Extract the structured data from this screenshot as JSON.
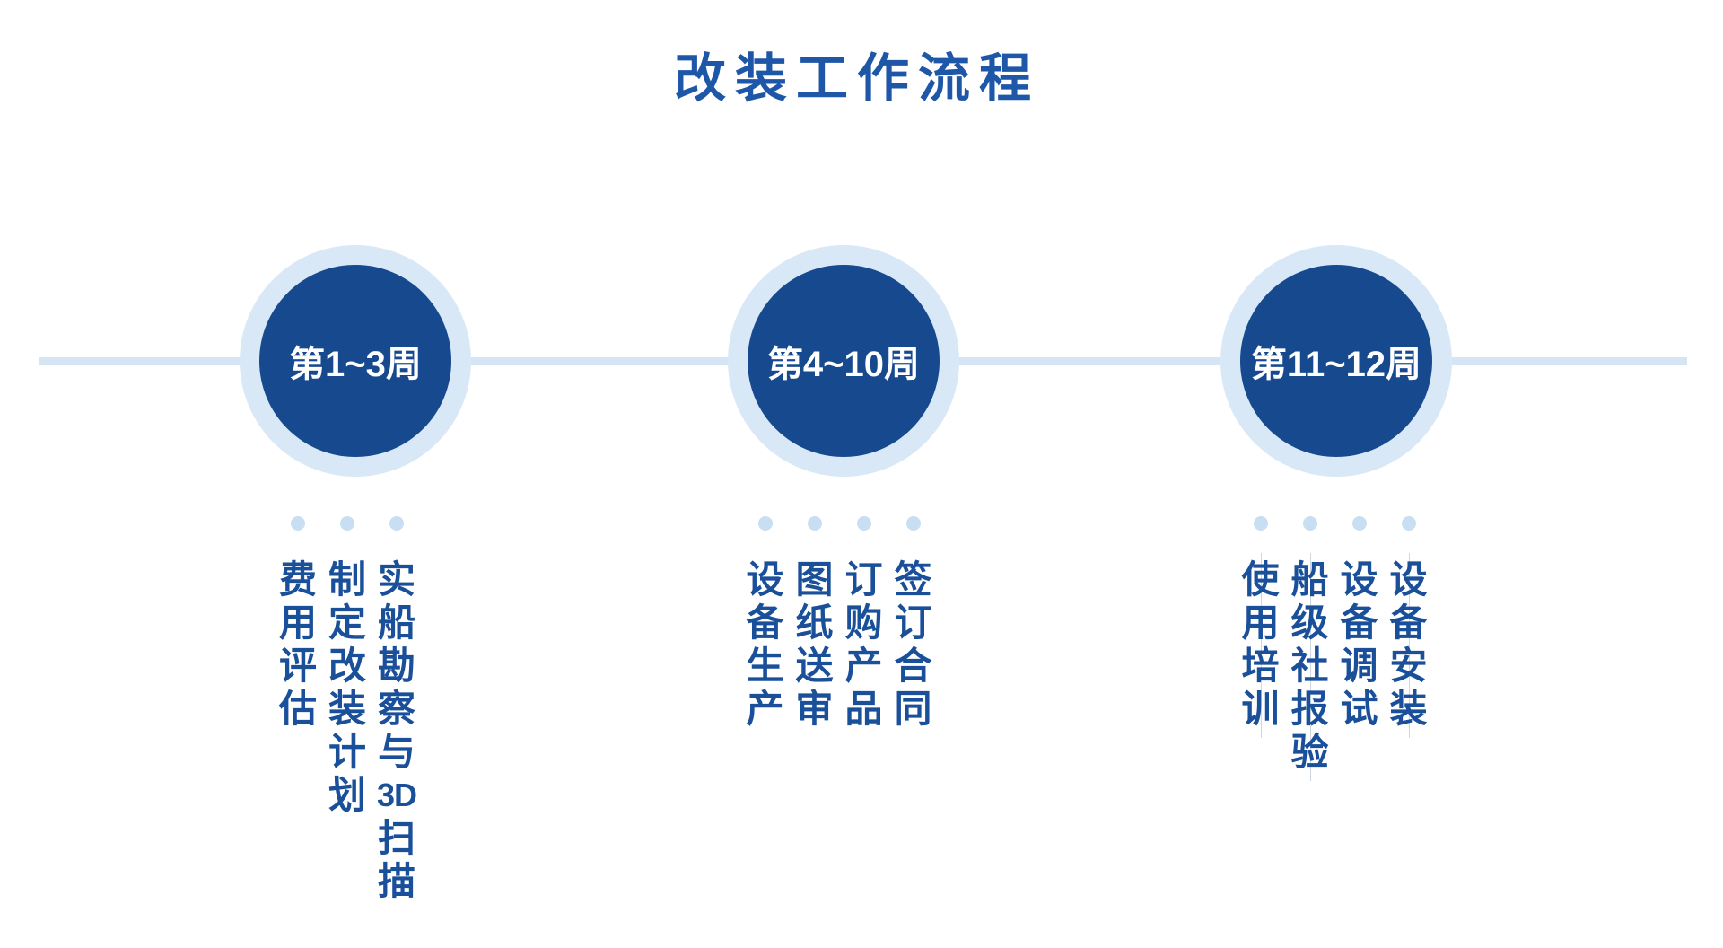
{
  "title": "改装工作流程",
  "colors": {
    "title": "#1E57A7",
    "circle_fill": "#17498E",
    "ring": "#D9E8F6",
    "timeline": "#D5E5F5",
    "dot": "#C8DEF2",
    "item_text": "#1A4F9A",
    "hairline": "#AAB6C6",
    "circle_label": "#FFFFFF"
  },
  "timeline": {
    "groups": [
      {
        "label": "第1~3周",
        "items": [
          "实船勘察与3D扫描",
          "制定改装计划",
          "费用评估"
        ],
        "column_hairlines": false
      },
      {
        "label": "第4~10周",
        "items": [
          "签订合同",
          "订购产品",
          "图纸送审",
          "设备生产"
        ],
        "column_hairlines": false
      },
      {
        "label": "第11~12周",
        "items": [
          "设备安装",
          "设备调试",
          "船级社报验",
          "使用培训"
        ],
        "column_hairlines": true
      }
    ]
  }
}
